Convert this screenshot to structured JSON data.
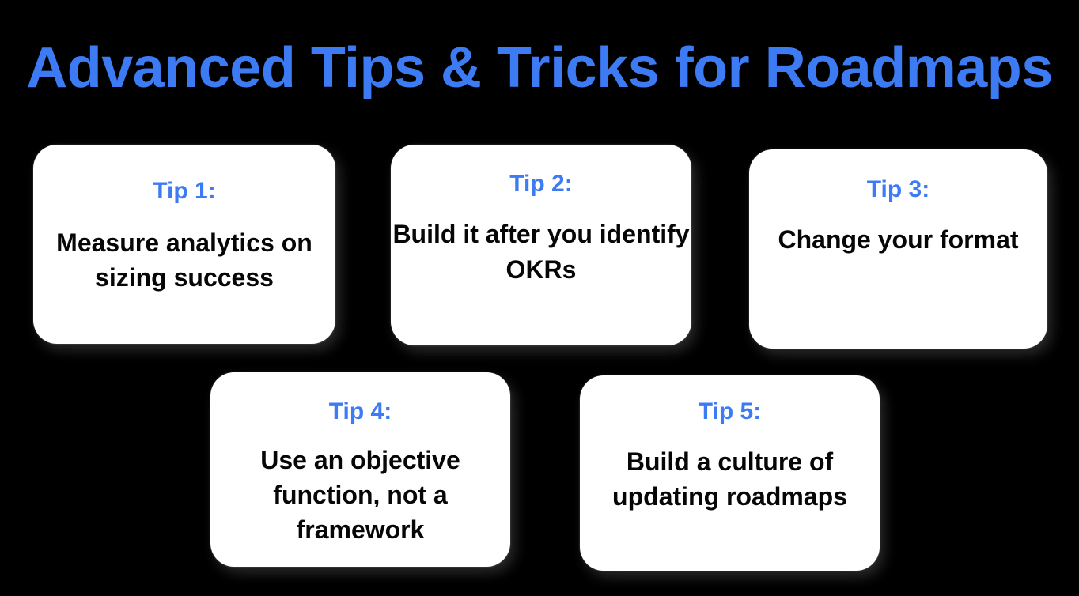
{
  "slide": {
    "background_color": "#000000",
    "accent_color": "#3d7bf4",
    "body_text_color": "#060606",
    "card_color": "#ffffff",
    "title": "Advanced Tips & Tricks for Roadmaps"
  },
  "cards": [
    {
      "label": "Tip 1:",
      "body": "Measure analytics on sizing success"
    },
    {
      "label": "Tip 2:",
      "body": "Build it after you identify OKRs"
    },
    {
      "label": "Tip 3:",
      "body": "Change your format"
    },
    {
      "label": "Tip 4:",
      "body": "Use an objective function, not a framework"
    },
    {
      "label": "Tip 5:",
      "body": "Build a culture of updating roadmaps"
    }
  ]
}
